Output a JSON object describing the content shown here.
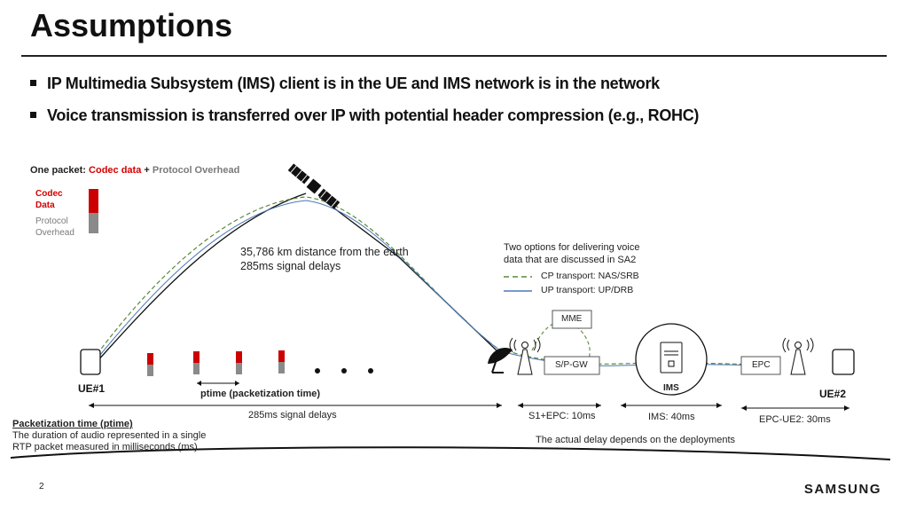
{
  "slide": {
    "title": "Assumptions",
    "page_number": "2",
    "logo": "SAMSUNG"
  },
  "bullets": [
    "IP Multimedia Subsystem (IMS) client is in the UE and IMS network is in the network",
    "Voice transmission is transferred over IP with potential header compression (e.g., ROHC)"
  ],
  "packet_legend": {
    "prefix": "One packet:",
    "codec": "Codec data",
    "plus": "+",
    "overhead": "Protocol Overhead",
    "codec_label_1": "Codec",
    "codec_label_2": "Data",
    "overhead_label_1": "Protocol",
    "overhead_label_2": "Overhead",
    "codec_color": "#cc0000",
    "overhead_color": "#888888"
  },
  "satellite": {
    "distance": "35,786 km distance from the earth",
    "delay": "285ms signal delays"
  },
  "transport_options": {
    "heading_1": "Two options for delivering voice",
    "heading_2": "data that are discussed in SA2",
    "cp": "CP transport: NAS/SRB",
    "up": "UP transport: UP/DRB",
    "cp_color": "#5a8a3a",
    "up_color": "#4a78b8"
  },
  "nodes": {
    "ue1": "UE#1",
    "ue2": "UE#2",
    "mme": "MME",
    "sgw": "S/P-GW",
    "ims": "IMS",
    "epc": "EPC"
  },
  "ptime_label": "ptime (packetization time)",
  "delays": {
    "satellite": "285ms signal delays",
    "s1_epc": "S1+EPC: 10ms",
    "ims": "IMS: 40ms",
    "epc_ue2": "EPC-UE2: 30ms"
  },
  "note": "The actual delay depends on the deployments",
  "definition": {
    "heading": "Packetization time (ptime)",
    "line1": "The duration of audio represented in a single",
    "line2": "RTP packet measured in milliseconds (ms)"
  }
}
